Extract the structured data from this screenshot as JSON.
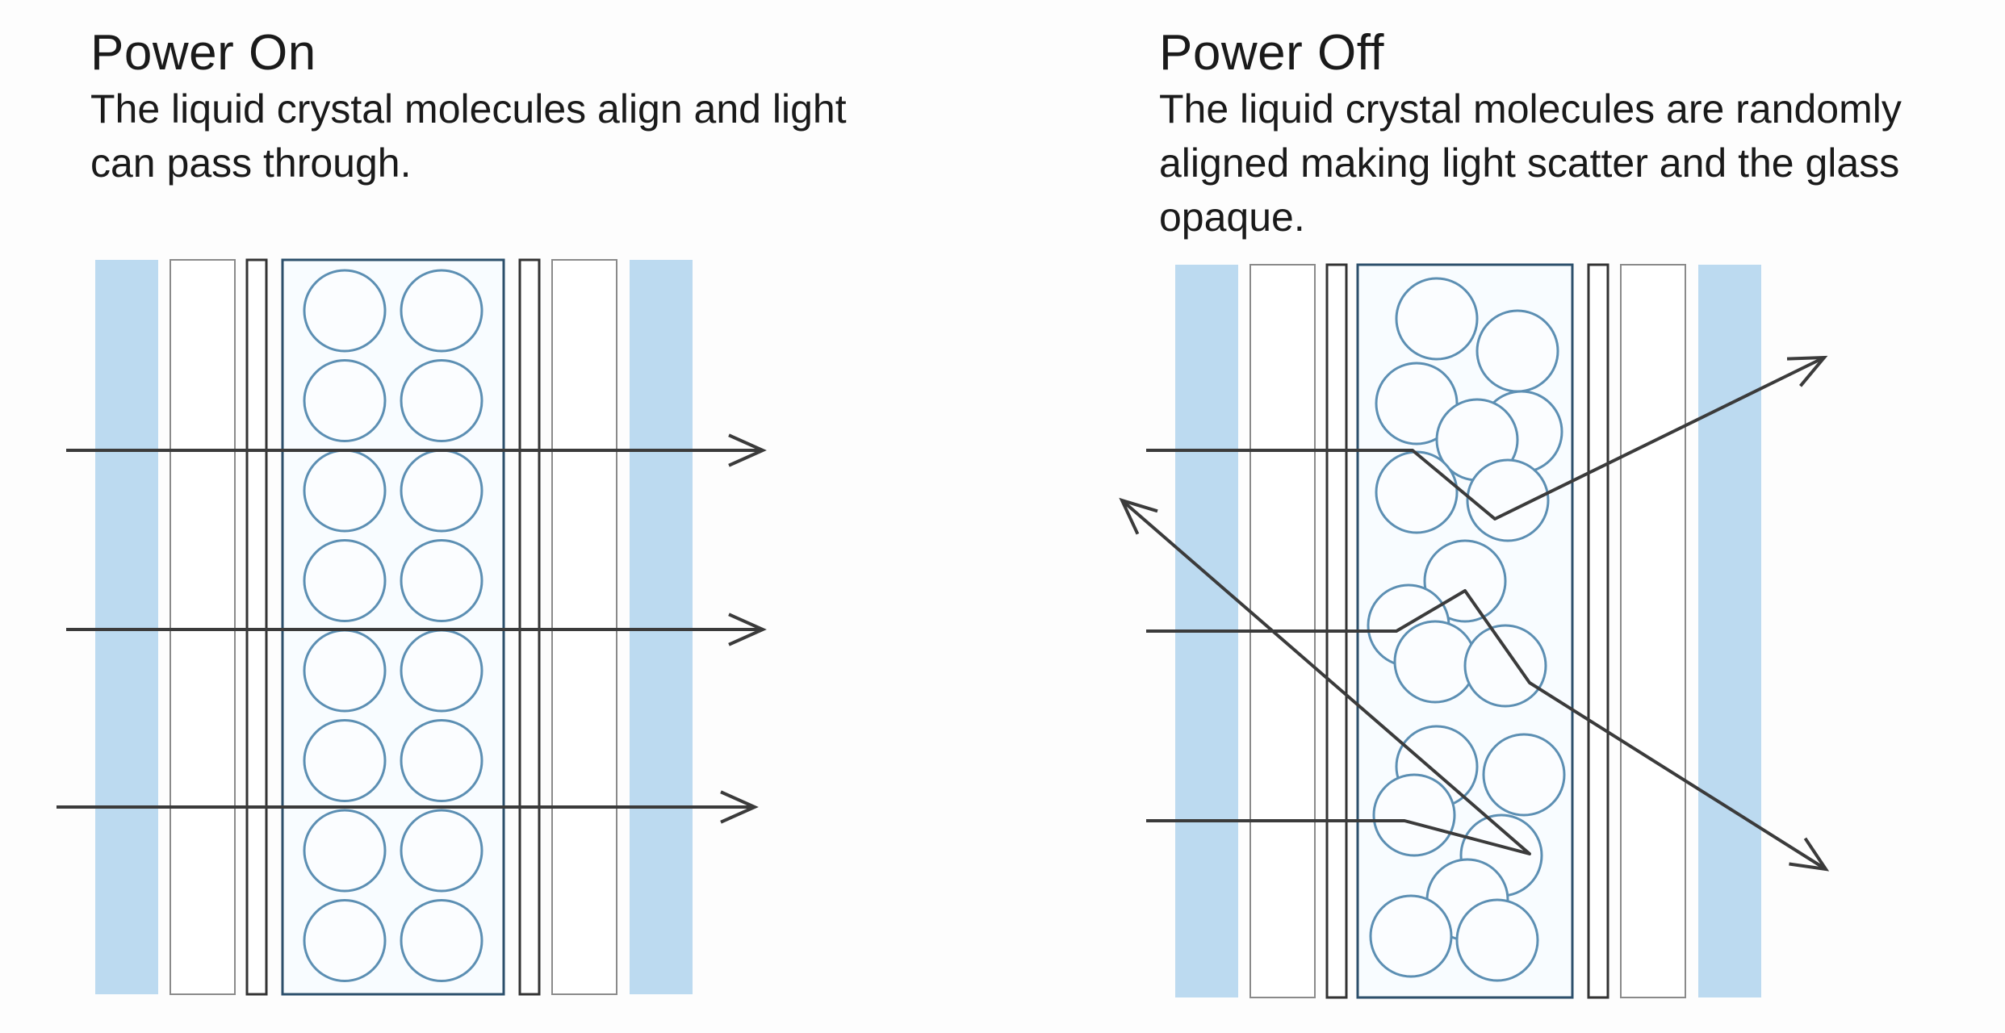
{
  "panels": {
    "on": {
      "title": "Power On",
      "description": "The liquid crystal molecules align and light can pass through."
    },
    "off": {
      "title": "Power Off",
      "description": "The liquid crystal molecules are randomly aligned making light scatter and the glass opaque."
    }
  },
  "colors": {
    "glass": "#bcdaf0",
    "cell_border": "#2c4f6b",
    "cell_fill": "#f8fcff",
    "molecule_stroke": "#5c8fb3",
    "molecule_fill": "#fbfdff",
    "light_ray": "#3b3b3b",
    "film_stroke": "#8a8a8a"
  }
}
